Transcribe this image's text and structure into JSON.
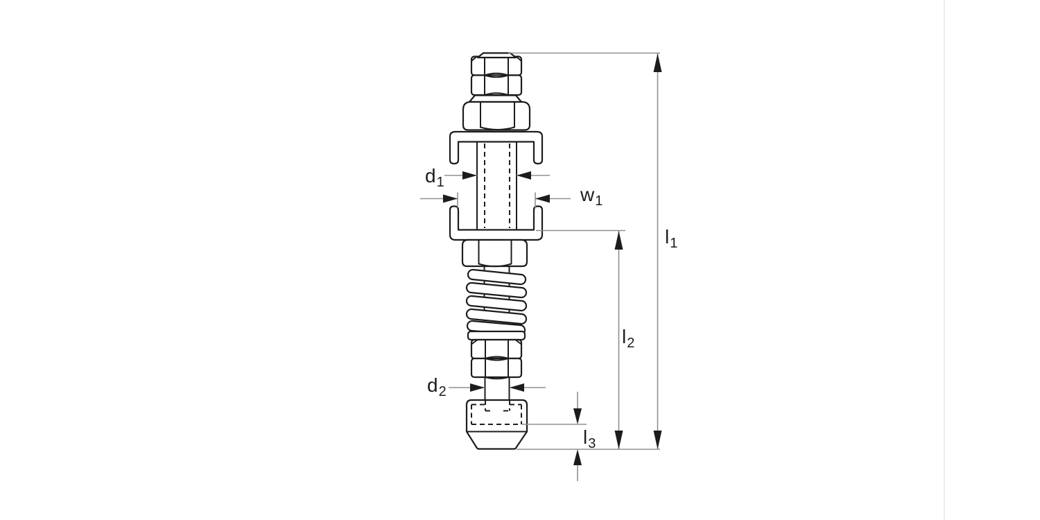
{
  "labels": {
    "d1": {
      "base": "d",
      "sub": "1"
    },
    "w1": {
      "base": "w",
      "sub": "1"
    },
    "d2": {
      "base": "d",
      "sub": "2"
    },
    "l1": {
      "base": "l",
      "sub": "1"
    },
    "l2": {
      "base": "l",
      "sub": "2"
    },
    "l3": {
      "base": "l",
      "sub": "3"
    }
  },
  "colors": {
    "line": "#1c1c1c",
    "dimension": "#8f8f8f",
    "background": "#ffffff",
    "divider": "#ececec"
  }
}
